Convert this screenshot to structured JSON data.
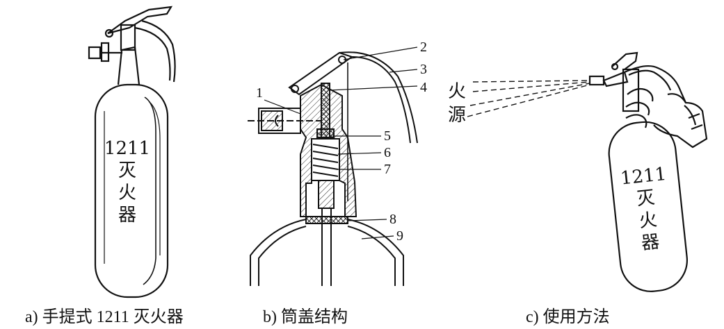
{
  "panel_a": {
    "body_lines": [
      "1211",
      "灭",
      "火",
      "器"
    ],
    "caption": "a) 手提式 1211 灭火器"
  },
  "panel_b": {
    "callouts": [
      "1",
      "2",
      "3",
      "4",
      "5",
      "6",
      "7",
      "8",
      "9"
    ],
    "caption": "b) 筒盖结构"
  },
  "panel_c": {
    "fire_source_lines": [
      "火",
      "源"
    ],
    "body_lines": [
      "1211",
      "灭",
      "火",
      "器"
    ],
    "caption": "c) 使用方法"
  }
}
